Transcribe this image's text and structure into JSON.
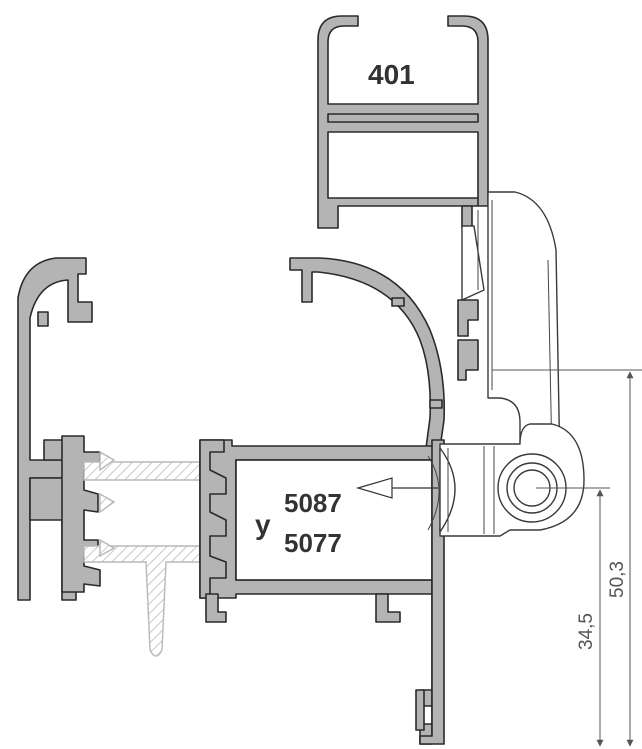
{
  "labels": {
    "top_profile": "401",
    "joiner": "y",
    "profile_a": "5087",
    "profile_b": "5077"
  },
  "dimensions": {
    "short": "34,5",
    "long": "50,3"
  },
  "colors": {
    "profile_fill": "#b4b4b4",
    "outline": "#2a2a2a",
    "hatch": "#c8c8c8",
    "dimension": "#555555"
  }
}
